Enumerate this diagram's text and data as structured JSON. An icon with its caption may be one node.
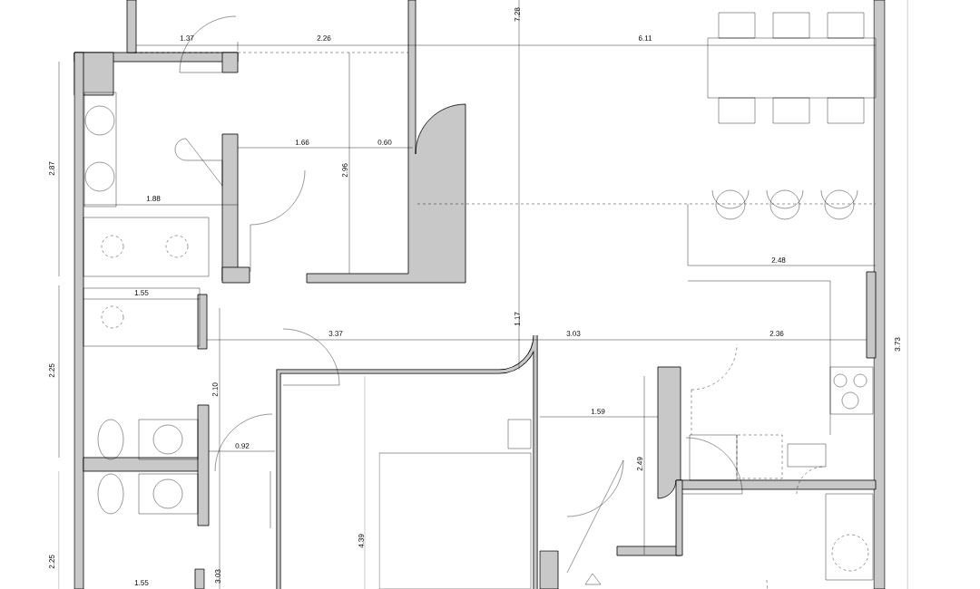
{
  "diagram": {
    "labels": [
      "7.28",
      "1.37",
      "2.26",
      "6.11",
      "2.87",
      "1.66",
      "0.60",
      "2.96",
      "1.88",
      "2.48",
      "1.55",
      "3.73",
      "1.17",
      "3.37",
      "3.03",
      "2.36",
      "2.25",
      "2.10",
      "1.59",
      "2.49",
      "0.92",
      "4.39",
      "2.25",
      "3.03",
      "1.55"
    ]
  }
}
